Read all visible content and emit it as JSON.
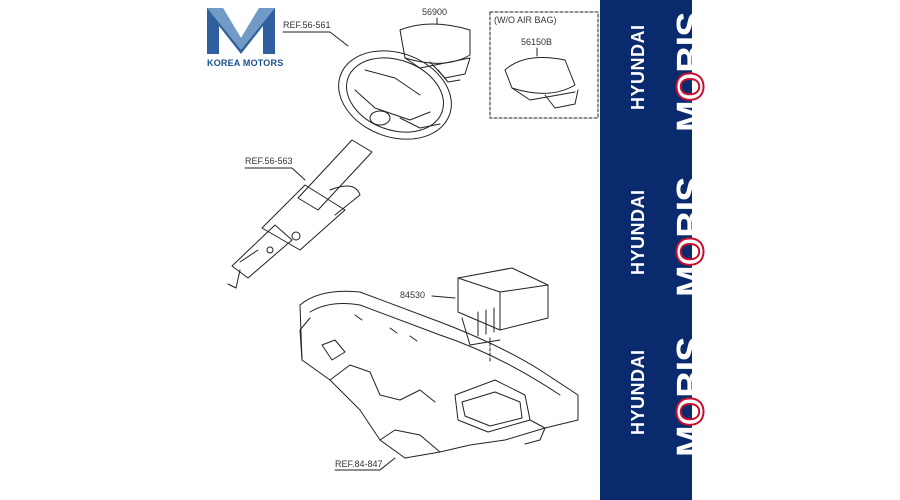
{
  "logo": {
    "text": "KOREA MOTORS",
    "color": "#1a4f8f"
  },
  "labels": {
    "ref_wheel": "REF.56-561",
    "airbag_driver": "56900",
    "wo_airbag": "(W/O AIR BAG)",
    "pad_no_airbag": "56150B",
    "ref_column": "REF.56-563",
    "airbag_passenger": "84530",
    "ref_dash": "REF.84-847"
  },
  "brand": {
    "small": "HYUNDAI",
    "big_prefix": "M",
    "big_o": "O",
    "big_suffix": "BIS",
    "band_color": "#0a2a6e",
    "accent_color": "#c8102e"
  }
}
